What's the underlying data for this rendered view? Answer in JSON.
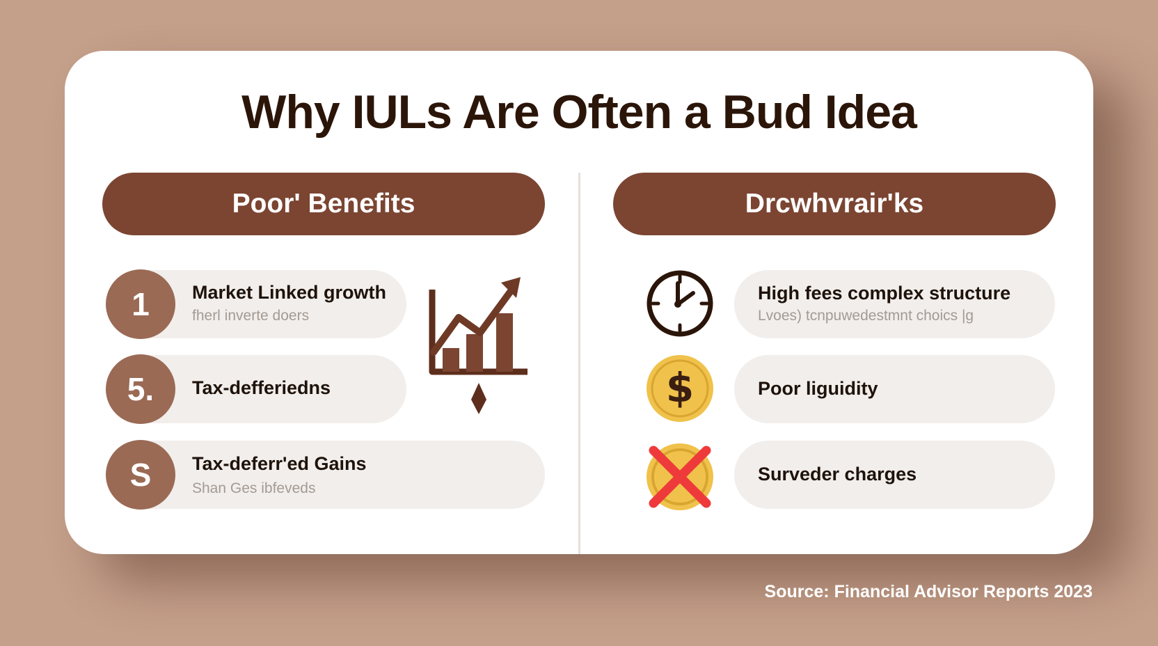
{
  "title": "Why IULs Are Often a Bud Idea",
  "left": {
    "header": "Poor' Benefits",
    "items": [
      {
        "number": "1",
        "title": "Market Linked growth",
        "subtitle": "fherl inverte doers"
      },
      {
        "number": "5.",
        "title": "Tax-defferiedns",
        "subtitle": ""
      },
      {
        "number": "S",
        "title": "Tax-deferr'ed Gains",
        "subtitle": "Shan Ges ibfeveds"
      }
    ],
    "chart_icon": "growth-chart-icon"
  },
  "right": {
    "header": "Drcwhvrair'ks",
    "items": [
      {
        "icon": "clock-icon",
        "title": "High fees complex structure",
        "subtitle": "Lvoes) tcnpuwedestmnt choics |g"
      },
      {
        "icon": "dollar-coin-icon",
        "title": "Poor liguidity",
        "subtitle": ""
      },
      {
        "icon": "cross-coin-icon",
        "title": "Surveder charges",
        "subtitle": ""
      }
    ]
  },
  "source": "Source: Financial Advisor Reports 2023",
  "colors": {
    "background": "#c49f8a",
    "header_pill": "#7b4532",
    "number_circle": "#9a6a55",
    "row_pill": "#f1eeeb",
    "coin": "#f0c24b",
    "cross": "#ee3a3a"
  }
}
